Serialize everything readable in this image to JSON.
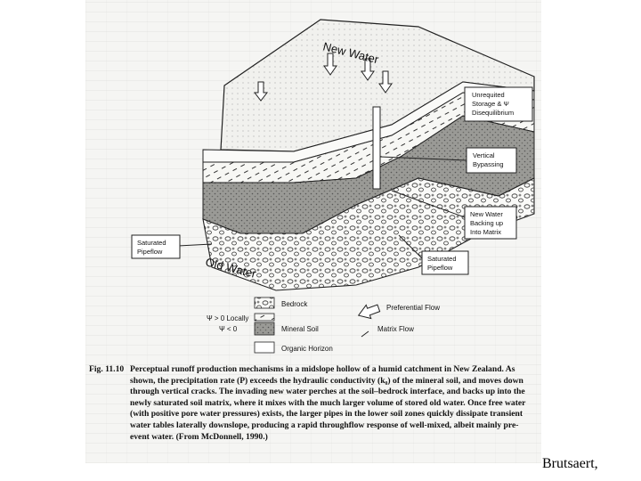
{
  "figure": {
    "top_label": "New Water",
    "bottom_label": "Old Water",
    "callouts": {
      "unrequited": [
        "Unrequited",
        "Storage & Ψ",
        "Disequilibrium"
      ],
      "vertical": [
        "Vertical",
        "Bypassing"
      ],
      "backing": [
        "New Water",
        "Backing up",
        "Into Matrix"
      ],
      "saturated_left": [
        "Saturated",
        "Pipeflow"
      ],
      "saturated_right": [
        "Saturated",
        "Pipeflow"
      ]
    },
    "legend": {
      "bedrock": "Bedrock",
      "mineral_soil": "Mineral Soil",
      "organic": "Organic Horizon",
      "psi_pos": "Ψ > 0 Locally",
      "psi_neg": "Ψ < 0",
      "preferential": "Preferential Flow",
      "matrix": "Matrix Flow"
    }
  },
  "caption": {
    "label": "Fig. 11.10",
    "text": "Perceptual runoff production mechanisms in a midslope hollow of a humid catchment in New Zealand. As shown, the precipitation rate (P) exceeds the hydraulic conductivity (k₀) of the mineral soil, and moves down through vertical cracks. The invading new water perches at the soil–bedrock interface, and backs up into the newly saturated soil matrix, where it mixes with the much larger volume of stored old water. Once free water (with positive pore water pressures) exists, the larger pipes in the lower soil zones quickly dissipate transient water tables laterally downslope, producing a rapid throughflow response of well-mixed, albeit mainly pre-event water. (From McDonnell, 1990.)"
  },
  "credit": "Brutsaert,"
}
